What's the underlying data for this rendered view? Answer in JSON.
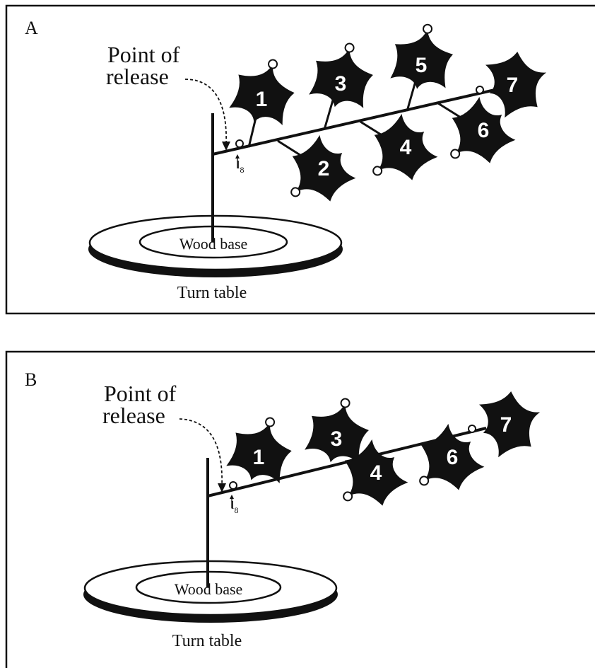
{
  "panels": [
    {
      "label": "A",
      "release_line1": "Point of",
      "release_line2": "release",
      "base_label": "Wood base",
      "table_label": "Turn table",
      "axil_label": "l",
      "axil_sub": "8",
      "leaves": [
        "1",
        "2",
        "3",
        "4",
        "5",
        "6",
        "7"
      ]
    },
    {
      "label": "B",
      "release_line1": "Point of",
      "release_line2": "release",
      "base_label": "Wood base",
      "table_label": "Turn table",
      "axil_label": "l",
      "axil_sub": "8",
      "leaves": [
        "1",
        "3",
        "4",
        "6",
        "7"
      ]
    }
  ]
}
